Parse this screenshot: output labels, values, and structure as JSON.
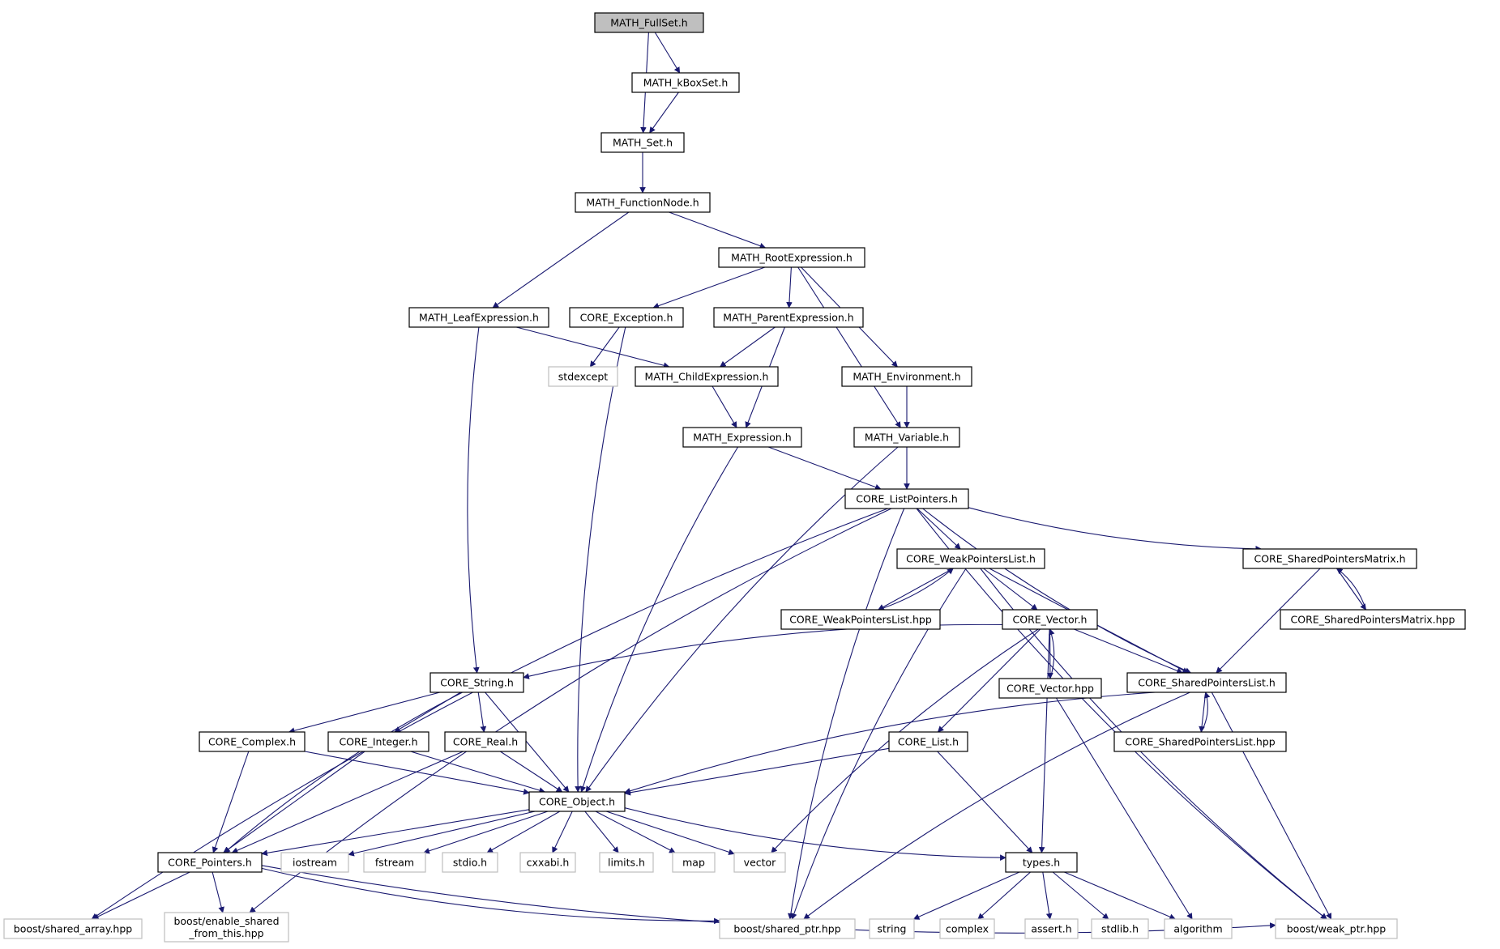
{
  "colors": {
    "edge": "#191970",
    "root_fill": "#bfbfbf",
    "node_stroke": "#000000",
    "external_stroke": "#bfbfbf",
    "node_fill": "#ffffff"
  },
  "nodes": [
    {
      "id": "fullset",
      "label": "MATH_FullSet.h",
      "kind": "root"
    },
    {
      "id": "kboxset",
      "label": "MATH_kBoxSet.h",
      "kind": "internal"
    },
    {
      "id": "set",
      "label": "MATH_Set.h",
      "kind": "internal"
    },
    {
      "id": "functionnode",
      "label": "MATH_FunctionNode.h",
      "kind": "internal"
    },
    {
      "id": "rootexpr",
      "label": "MATH_RootExpression.h",
      "kind": "internal"
    },
    {
      "id": "leafexpr",
      "label": "MATH_LeafExpression.h",
      "kind": "internal"
    },
    {
      "id": "coreexc",
      "label": "CORE_Exception.h",
      "kind": "internal"
    },
    {
      "id": "parentexpr",
      "label": "MATH_ParentExpression.h",
      "kind": "internal"
    },
    {
      "id": "stdexcept",
      "label": "stdexcept",
      "kind": "external"
    },
    {
      "id": "childexpr",
      "label": "MATH_ChildExpression.h",
      "kind": "internal"
    },
    {
      "id": "environment",
      "label": "MATH_Environment.h",
      "kind": "internal"
    },
    {
      "id": "expression",
      "label": "MATH_Expression.h",
      "kind": "internal"
    },
    {
      "id": "variable",
      "label": "MATH_Variable.h",
      "kind": "internal"
    },
    {
      "id": "listpointers",
      "label": "CORE_ListPointers.h",
      "kind": "internal"
    },
    {
      "id": "weaklist",
      "label": "CORE_WeakPointersList.h",
      "kind": "internal"
    },
    {
      "id": "sharedmatrix",
      "label": "CORE_SharedPointersMatrix.h",
      "kind": "internal"
    },
    {
      "id": "weaklisthpp",
      "label": "CORE_WeakPointersList.hpp",
      "kind": "internal"
    },
    {
      "id": "vector",
      "label": "CORE_Vector.h",
      "kind": "internal"
    },
    {
      "id": "sharedmatrixhpp",
      "label": "CORE_SharedPointersMatrix.hpp",
      "kind": "internal"
    },
    {
      "id": "string",
      "label": "CORE_String.h",
      "kind": "internal"
    },
    {
      "id": "vectorhpp",
      "label": "CORE_Vector.hpp",
      "kind": "internal"
    },
    {
      "id": "sharedlist",
      "label": "CORE_SharedPointersList.h",
      "kind": "internal"
    },
    {
      "id": "complex",
      "label": "CORE_Complex.h",
      "kind": "internal"
    },
    {
      "id": "integer",
      "label": "CORE_Integer.h",
      "kind": "internal"
    },
    {
      "id": "real",
      "label": "CORE_Real.h",
      "kind": "internal"
    },
    {
      "id": "list",
      "label": "CORE_List.h",
      "kind": "internal"
    },
    {
      "id": "sharedlisthpp",
      "label": "CORE_SharedPointersList.hpp",
      "kind": "internal"
    },
    {
      "id": "object",
      "label": "CORE_Object.h",
      "kind": "internal"
    },
    {
      "id": "pointers",
      "label": "CORE_Pointers.h",
      "kind": "internal"
    },
    {
      "id": "iostream",
      "label": "iostream",
      "kind": "external"
    },
    {
      "id": "fstream",
      "label": "fstream",
      "kind": "external"
    },
    {
      "id": "stdio",
      "label": "stdio.h",
      "kind": "external"
    },
    {
      "id": "cxxabi",
      "label": "cxxabi.h",
      "kind": "external"
    },
    {
      "id": "limits",
      "label": "limits.h",
      "kind": "external"
    },
    {
      "id": "map",
      "label": "map",
      "kind": "external"
    },
    {
      "id": "vectorstd",
      "label": "vector",
      "kind": "external"
    },
    {
      "id": "types",
      "label": "types.h",
      "kind": "internal"
    },
    {
      "id": "sharedarray",
      "label": "boost/shared_array.hpp",
      "kind": "external"
    },
    {
      "id": "enableshared",
      "label": "boost/enable_shared\n_from_this.hpp",
      "kind": "external"
    },
    {
      "id": "sharedptr",
      "label": "boost/shared_ptr.hpp",
      "kind": "external"
    },
    {
      "id": "stringstd",
      "label": "string",
      "kind": "external"
    },
    {
      "id": "complexstd",
      "label": "complex",
      "kind": "external"
    },
    {
      "id": "assert",
      "label": "assert.h",
      "kind": "external"
    },
    {
      "id": "stdlib",
      "label": "stdlib.h",
      "kind": "external"
    },
    {
      "id": "algorithm",
      "label": "algorithm",
      "kind": "external"
    },
    {
      "id": "weakptr",
      "label": "boost/weak_ptr.hpp",
      "kind": "external"
    }
  ],
  "edges": [
    [
      "fullset",
      "kboxset"
    ],
    [
      "fullset",
      "set"
    ],
    [
      "kboxset",
      "set"
    ],
    [
      "set",
      "functionnode"
    ],
    [
      "functionnode",
      "rootexpr"
    ],
    [
      "functionnode",
      "leafexpr"
    ],
    [
      "rootexpr",
      "coreexc"
    ],
    [
      "rootexpr",
      "parentexpr"
    ],
    [
      "rootexpr",
      "environment"
    ],
    [
      "rootexpr",
      "variable"
    ],
    [
      "leafexpr",
      "childexpr"
    ],
    [
      "leafexpr",
      "string"
    ],
    [
      "coreexc",
      "stdexcept"
    ],
    [
      "coreexc",
      "object"
    ],
    [
      "parentexpr",
      "childexpr"
    ],
    [
      "parentexpr",
      "expression"
    ],
    [
      "childexpr",
      "expression"
    ],
    [
      "environment",
      "variable"
    ],
    [
      "expression",
      "listpointers"
    ],
    [
      "expression",
      "object"
    ],
    [
      "variable",
      "listpointers"
    ],
    [
      "variable",
      "object"
    ],
    [
      "listpointers",
      "weaklist"
    ],
    [
      "listpointers",
      "sharedmatrix"
    ],
    [
      "listpointers",
      "sharedlist"
    ],
    [
      "listpointers",
      "weakptr"
    ],
    [
      "listpointers",
      "sharedptr"
    ],
    [
      "listpointers",
      "sharedarray"
    ],
    [
      "listpointers",
      "enableshared"
    ],
    [
      "weaklist",
      "weaklisthpp"
    ],
    [
      "weaklisthpp",
      "weaklist"
    ],
    [
      "weaklist",
      "vector"
    ],
    [
      "weaklist",
      "sharedlist"
    ],
    [
      "weaklist",
      "sharedptr"
    ],
    [
      "weaklist",
      "weakptr"
    ],
    [
      "sharedmatrix",
      "sharedmatrixhpp"
    ],
    [
      "sharedmatrixhpp",
      "sharedmatrix"
    ],
    [
      "sharedmatrix",
      "sharedlist"
    ],
    [
      "vector",
      "vectorhpp"
    ],
    [
      "vectorhpp",
      "vector"
    ],
    [
      "vector",
      "string"
    ],
    [
      "vector",
      "sharedlist"
    ],
    [
      "vector",
      "list"
    ],
    [
      "vector",
      "vectorstd"
    ],
    [
      "vector",
      "types"
    ],
    [
      "vectorhpp",
      "algorithm"
    ],
    [
      "sharedlist",
      "sharedlisthpp"
    ],
    [
      "sharedlisthpp",
      "sharedlist"
    ],
    [
      "sharedlist",
      "object"
    ],
    [
      "sharedlist",
      "sharedptr"
    ],
    [
      "sharedlist",
      "weakptr"
    ],
    [
      "string",
      "complex"
    ],
    [
      "string",
      "integer"
    ],
    [
      "string",
      "real"
    ],
    [
      "string",
      "object"
    ],
    [
      "string",
      "pointers"
    ],
    [
      "complex",
      "object"
    ],
    [
      "complex",
      "pointers"
    ],
    [
      "integer",
      "object"
    ],
    [
      "integer",
      "pointers"
    ],
    [
      "real",
      "object"
    ],
    [
      "real",
      "pointers"
    ],
    [
      "list",
      "object"
    ],
    [
      "list",
      "types"
    ],
    [
      "object",
      "pointers"
    ],
    [
      "object",
      "iostream"
    ],
    [
      "object",
      "fstream"
    ],
    [
      "object",
      "stdio"
    ],
    [
      "object",
      "cxxabi"
    ],
    [
      "object",
      "limits"
    ],
    [
      "object",
      "map"
    ],
    [
      "object",
      "vectorstd"
    ],
    [
      "object",
      "types"
    ],
    [
      "pointers",
      "sharedarray"
    ],
    [
      "pointers",
      "enableshared"
    ],
    [
      "pointers",
      "sharedptr"
    ],
    [
      "pointers",
      "weakptr"
    ],
    [
      "types",
      "stringstd"
    ],
    [
      "types",
      "complexstd"
    ],
    [
      "types",
      "assert"
    ],
    [
      "types",
      "stdlib"
    ],
    [
      "types",
      "algorithm"
    ]
  ]
}
